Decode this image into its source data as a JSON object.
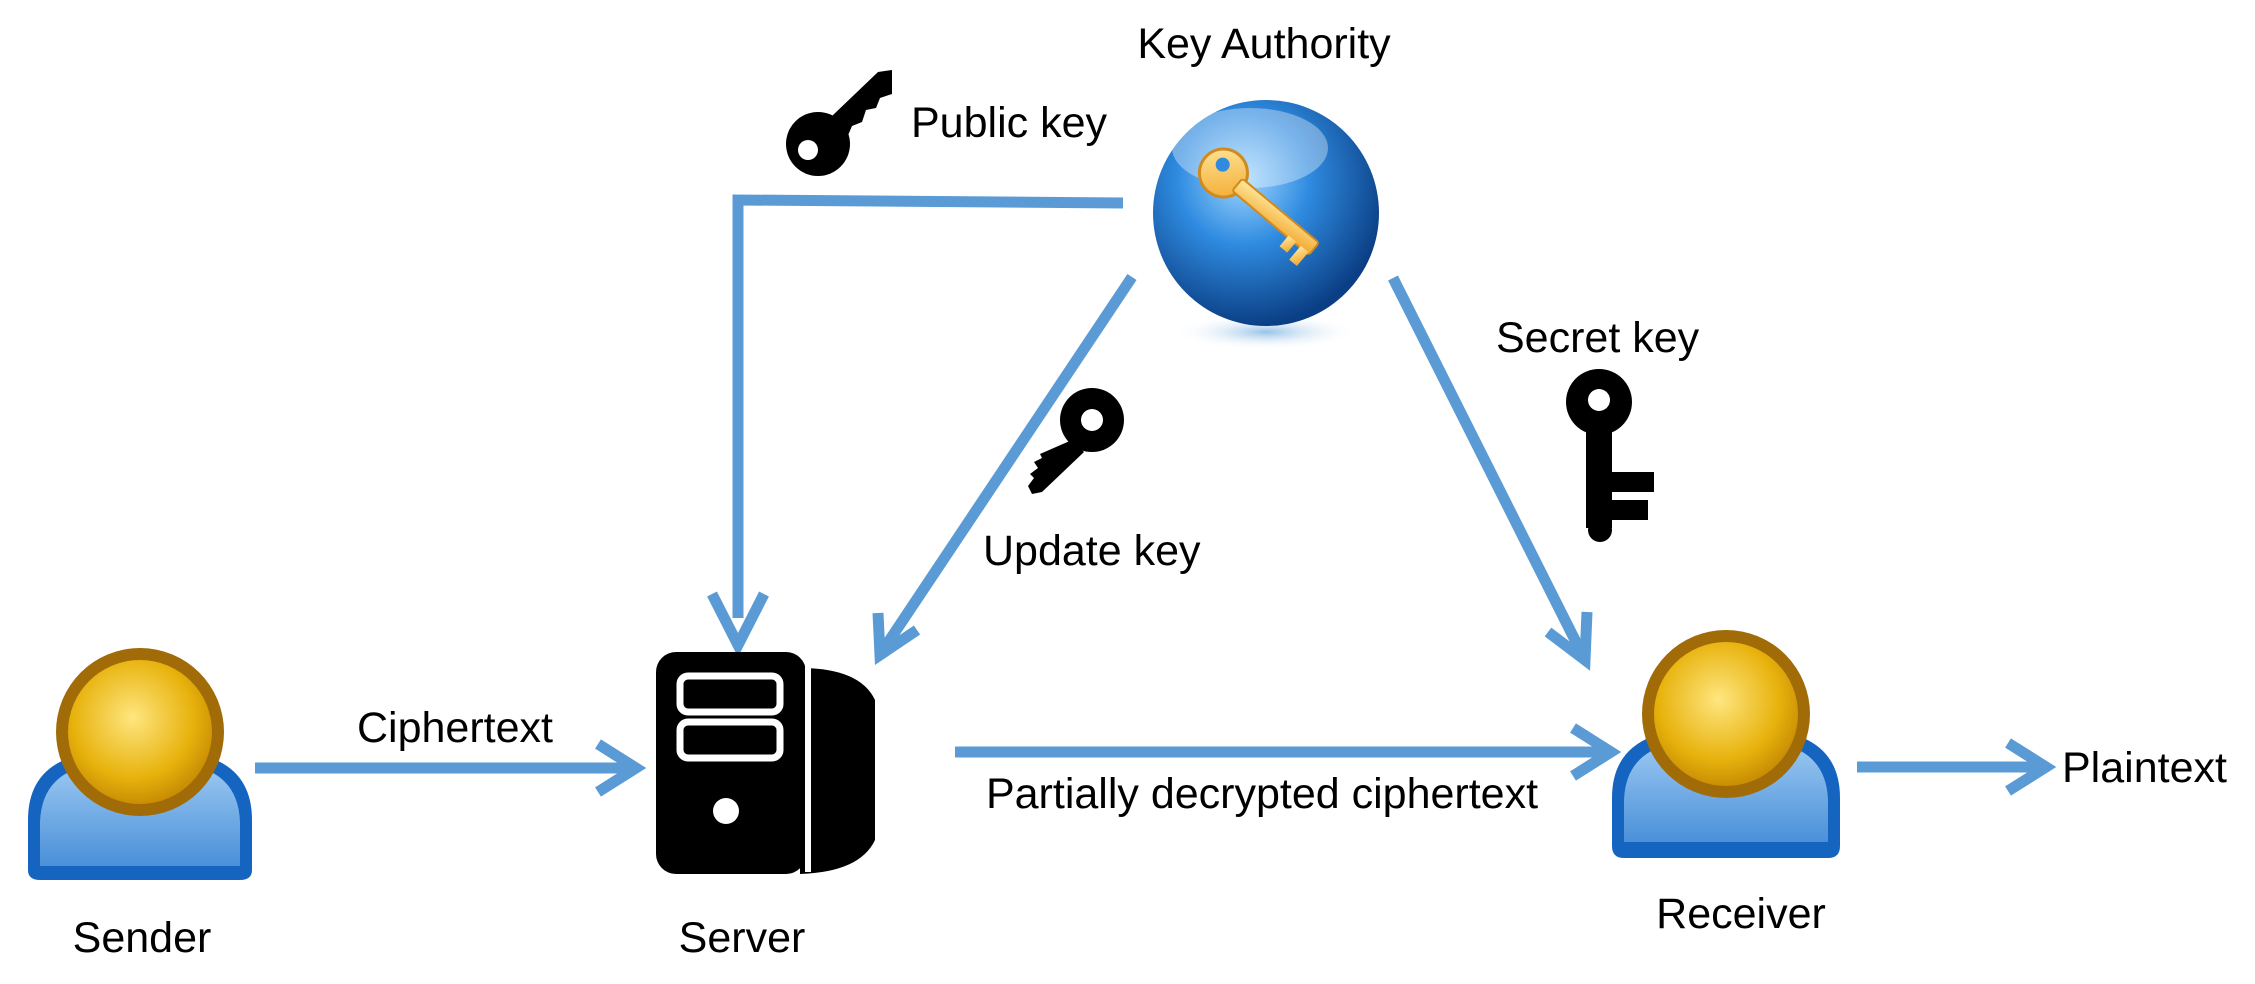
{
  "nodes": {
    "key_authority": "Key Authority",
    "sender": "Sender",
    "server": "Server",
    "receiver": "Receiver",
    "plaintext": "Plaintext"
  },
  "edges": {
    "public_key": "Public key",
    "update_key": "Update key",
    "secret_key": "Secret key",
    "ciphertext": "Ciphertext",
    "partially_decrypted": "Partially decrypted ciphertext"
  },
  "icons": [
    "key-authority-sphere-icon",
    "public-key-icon",
    "update-key-icon",
    "secret-key-icon",
    "sender-user-icon",
    "server-icon",
    "receiver-user-icon"
  ],
  "colors": {
    "arrow": "#5b9bd5",
    "sphere": "#1a6fc4",
    "user_head": "#e8b40a",
    "user_body": "#4a90d9"
  }
}
